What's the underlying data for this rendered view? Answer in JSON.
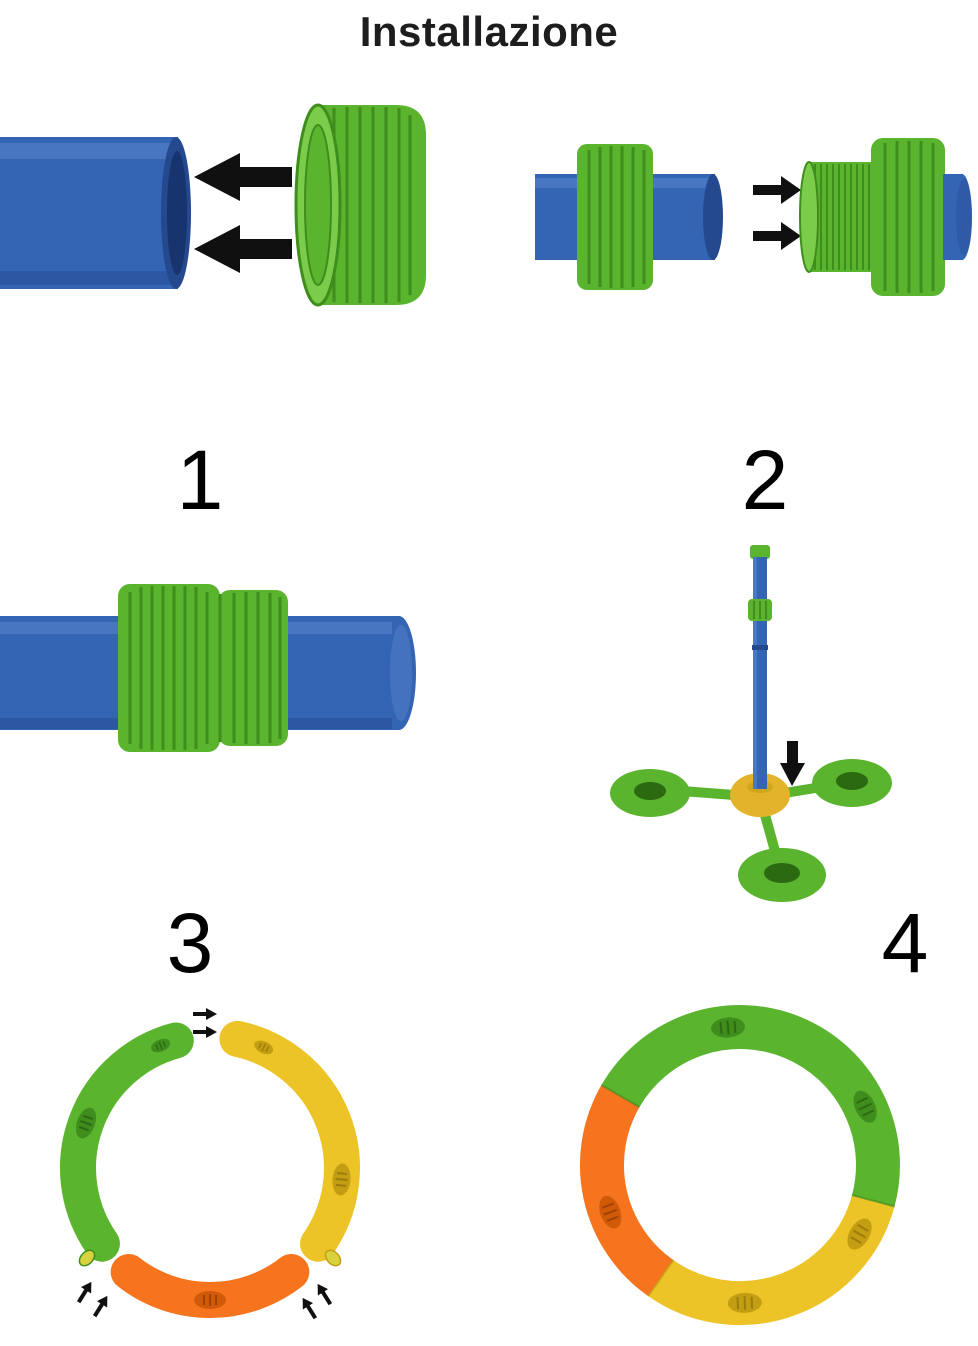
{
  "page": {
    "title": "Installazione"
  },
  "steps": [
    {
      "label": "1"
    },
    {
      "label": "2"
    },
    {
      "label": "3"
    },
    {
      "label": "4"
    }
  ],
  "colors": {
    "blue": "#3465b4",
    "blue_dark": "#24498f",
    "blue_deep": "#17346e",
    "blue_light": "#5c87cc",
    "green": "#5ab42e",
    "green_dark": "#3f8d1d",
    "green_deep": "#2c6a12",
    "green_light": "#7ccc4c",
    "yellow": "#ecc427",
    "yellow_dark": "#c39d12",
    "yellow_deep": "#9c7c0a",
    "orange": "#f5741d",
    "orange_dark": "#d15a09",
    "orange_deep": "#9e4205",
    "hub_yellow": "#e2b32b",
    "plug_yellow": "#d8d23f",
    "arrow_black": "#101010",
    "text_dark": "#1d1d1f"
  }
}
